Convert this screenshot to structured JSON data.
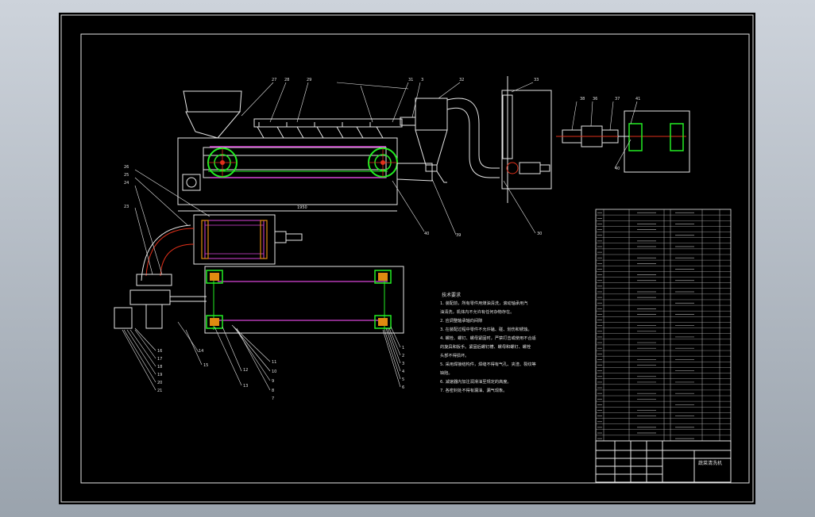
{
  "colors": {
    "viewport_top": "#cdd3db",
    "viewport_bottom": "#9aa3ad",
    "paper": "#000000",
    "line": "#e6e6e6",
    "green": "#22ee22",
    "magenta": "#d845d8",
    "red": "#e0301a",
    "orange": "#e08a10",
    "cyan": "#37d2e6",
    "yellow": "#e6e600"
  },
  "tech_notes": {
    "title": "技术要求",
    "lines": [
      "1. 装配前，所有零件用煤油清洗，滚动轴承用汽",
      "油清洗，机体内不允许有任何杂物存在。",
      "2. 应调整轴承轴向间隙",
      "3. 在装配过程中零件不允许磕、碰、划伤和锈蚀。",
      "4. 螺栓、螺钉、螺母紧固时，严禁打击或使用不合适",
      "的旋具和扳手。紧固后螺钉槽、螺母和螺钉、螺栓",
      "头部不得损坏。",
      "5. 采用焊接结构件，焊缝不得有气孔、夹渣、裂纹等",
      "缺陷。",
      "6. 减速器内加注润滑油至规定的高度。",
      "7. 各密封处不得有漏油、漏气现象。"
    ]
  },
  "balloons_top": [
    "27",
    "28",
    "29",
    "31",
    "3",
    "32",
    "33",
    "38",
    "36",
    "37",
    "41",
    "40",
    "40",
    "39",
    "30"
  ],
  "balloons_left": [
    "26",
    "25",
    "24",
    "23",
    "16",
    "17",
    "18",
    "19",
    "20",
    "21",
    "14",
    "15",
    "13",
    "12",
    "11",
    "10",
    "9",
    "8",
    "7",
    "1",
    "2",
    "3",
    "4",
    "5",
    "6"
  ],
  "title_block": {
    "drawing_name": "蔬菜清洗机"
  }
}
